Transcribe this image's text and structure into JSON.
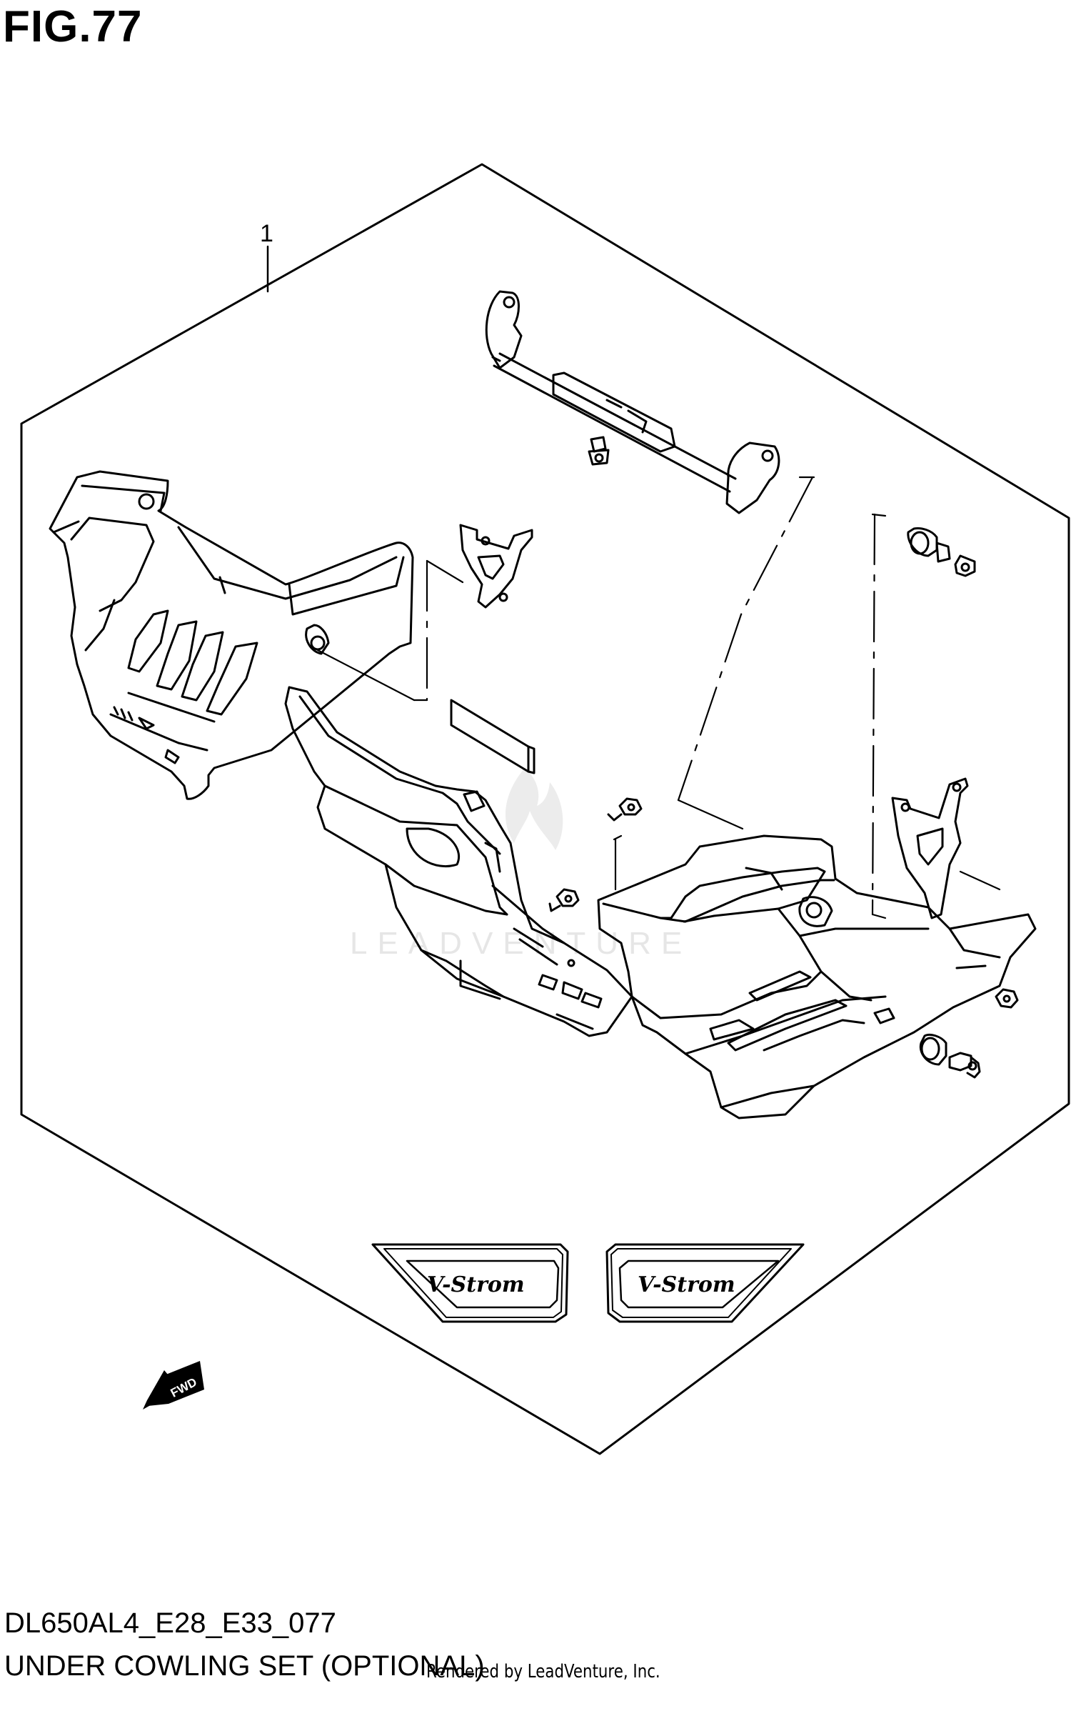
{
  "figure": {
    "title": "FIG.77",
    "callout_number": "1",
    "diagram_code": "DL650AL4_E28_E33_077",
    "diagram_name": "UNDER COWLING SET (OPTIONAL)",
    "credit": "Rendered by LeadVenture, Inc.",
    "watermark": "LEADVENTURE",
    "badge_text_left": "V-Strom",
    "badge_text_right": "V-Strom",
    "fwd_label": "FWD"
  },
  "colors": {
    "line": "#000000",
    "background": "#ffffff",
    "watermark": "#e6e6e6"
  },
  "icons": [
    "fwd-arrow-icon",
    "leadventure-watermark-icon"
  ]
}
